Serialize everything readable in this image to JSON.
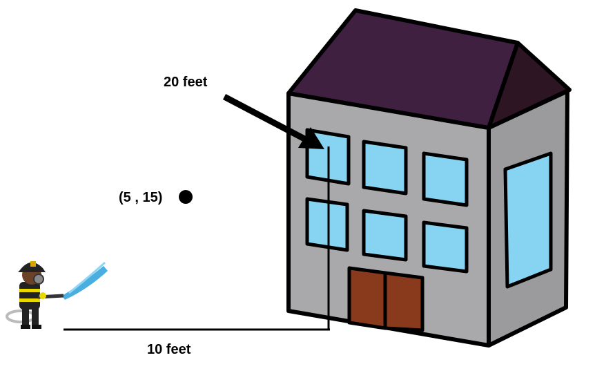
{
  "labels": {
    "height": "20 feet",
    "point": "(5 , 15)",
    "distance": "10 feet"
  },
  "colors": {
    "roof": "#3f2040",
    "roof_side": "#2e1524",
    "wall": "#a9a9ac",
    "wall_side": "#9b9b9e",
    "window": "#86d4f2",
    "door": "#8a3a1c",
    "water": "#4aaee0"
  }
}
